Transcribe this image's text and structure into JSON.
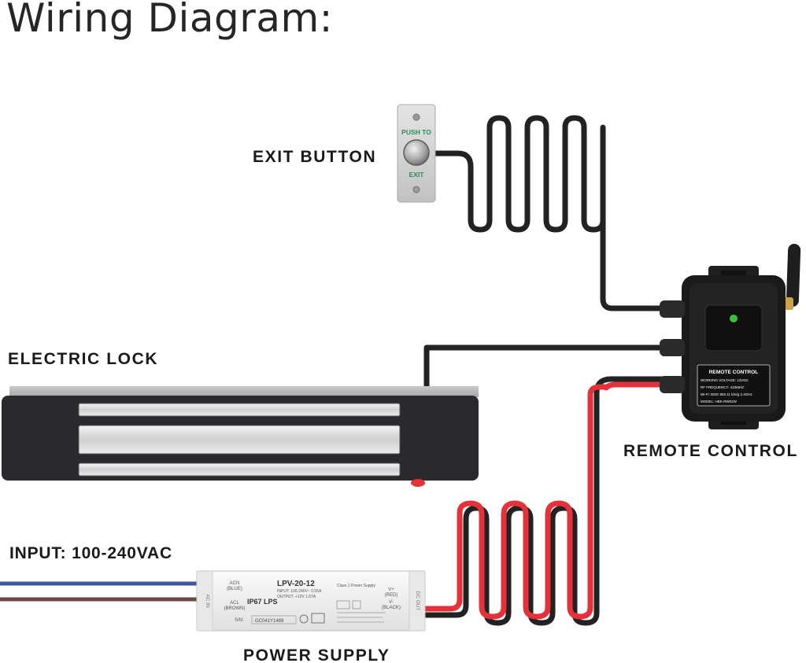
{
  "title": "Wiring Diagram:",
  "labels": {
    "exit_button": "EXIT BUTTON",
    "electric_lock": "ELECTRIC LOCK",
    "remote_control": "REMOTE CONTROL",
    "input": "INPUT: 100-240VAC",
    "power_supply": "POWER SUPPLY"
  },
  "exit_plate": {
    "top_text": "PUSH TO",
    "bottom_text": "EXIT"
  },
  "controller_label": {
    "title": "REMOTE CONTROL",
    "lines": [
      "WORKING VOLTAGE: 12VDC",
      "RF FREQUENCY: 433MHZ",
      "Wi-Fi: IEEE 802.11 b/n/g 2.4GHz",
      "MODEL: HBK-RW02W"
    ]
  },
  "psu_label": {
    "model": "LPV-20-12",
    "class": "Class 2 Power Supply",
    "input": "INPUT: 100-240V~ 0.55A",
    "output": "OUTPUT: +12V 1.67A",
    "ip": "IP67 LPS",
    "acn": "ACN",
    "acn_color": "(BLUE)",
    "acl": "ACL",
    "acl_color": "(BROWN)",
    "vplus": "V+",
    "vplus_color": "(RED)",
    "vminus": "V-",
    "vminus_color": "(BLACK)",
    "serial_prefix": "S/N:",
    "serial": "GC041Y1489",
    "left_end": "AC IN",
    "right_end": "DC OUT"
  },
  "colors": {
    "wire_black": "#222222",
    "wire_red": "#e5323a",
    "wire_blue": "#3d55a3",
    "wire_brown": "#6b4a45",
    "indicator": "#38c03a"
  }
}
